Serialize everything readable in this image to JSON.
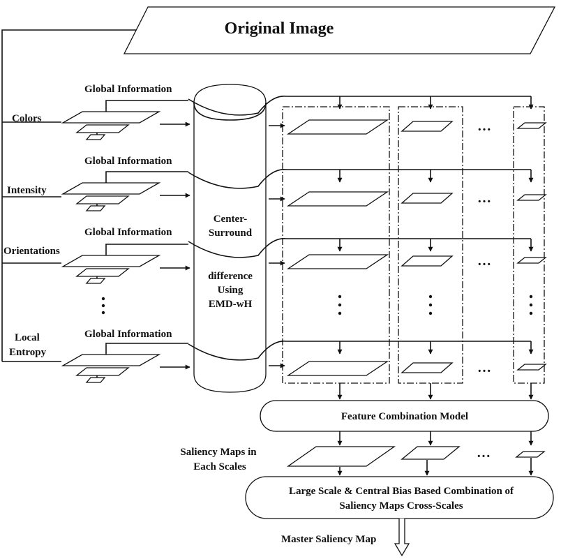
{
  "title": "Original Image",
  "global_information_label": "Global Information",
  "features": [
    "Colors",
    "Intensity",
    "Orientations"
  ],
  "local_entropy": [
    "Local",
    "Entropy"
  ],
  "center_surround": [
    "Center-",
    "Surround",
    "difference",
    "Using",
    "EMD-wH"
  ],
  "feature_combination": "Feature Combination Model",
  "saliency_each": [
    "Saliency Maps in",
    "Each Scales"
  ],
  "cross_scale": [
    "Large Scale & Central Bias Based Combination of",
    "Saliency Maps Cross-Scales"
  ],
  "master": "Master Saliency Map",
  "ellipsis": "…"
}
